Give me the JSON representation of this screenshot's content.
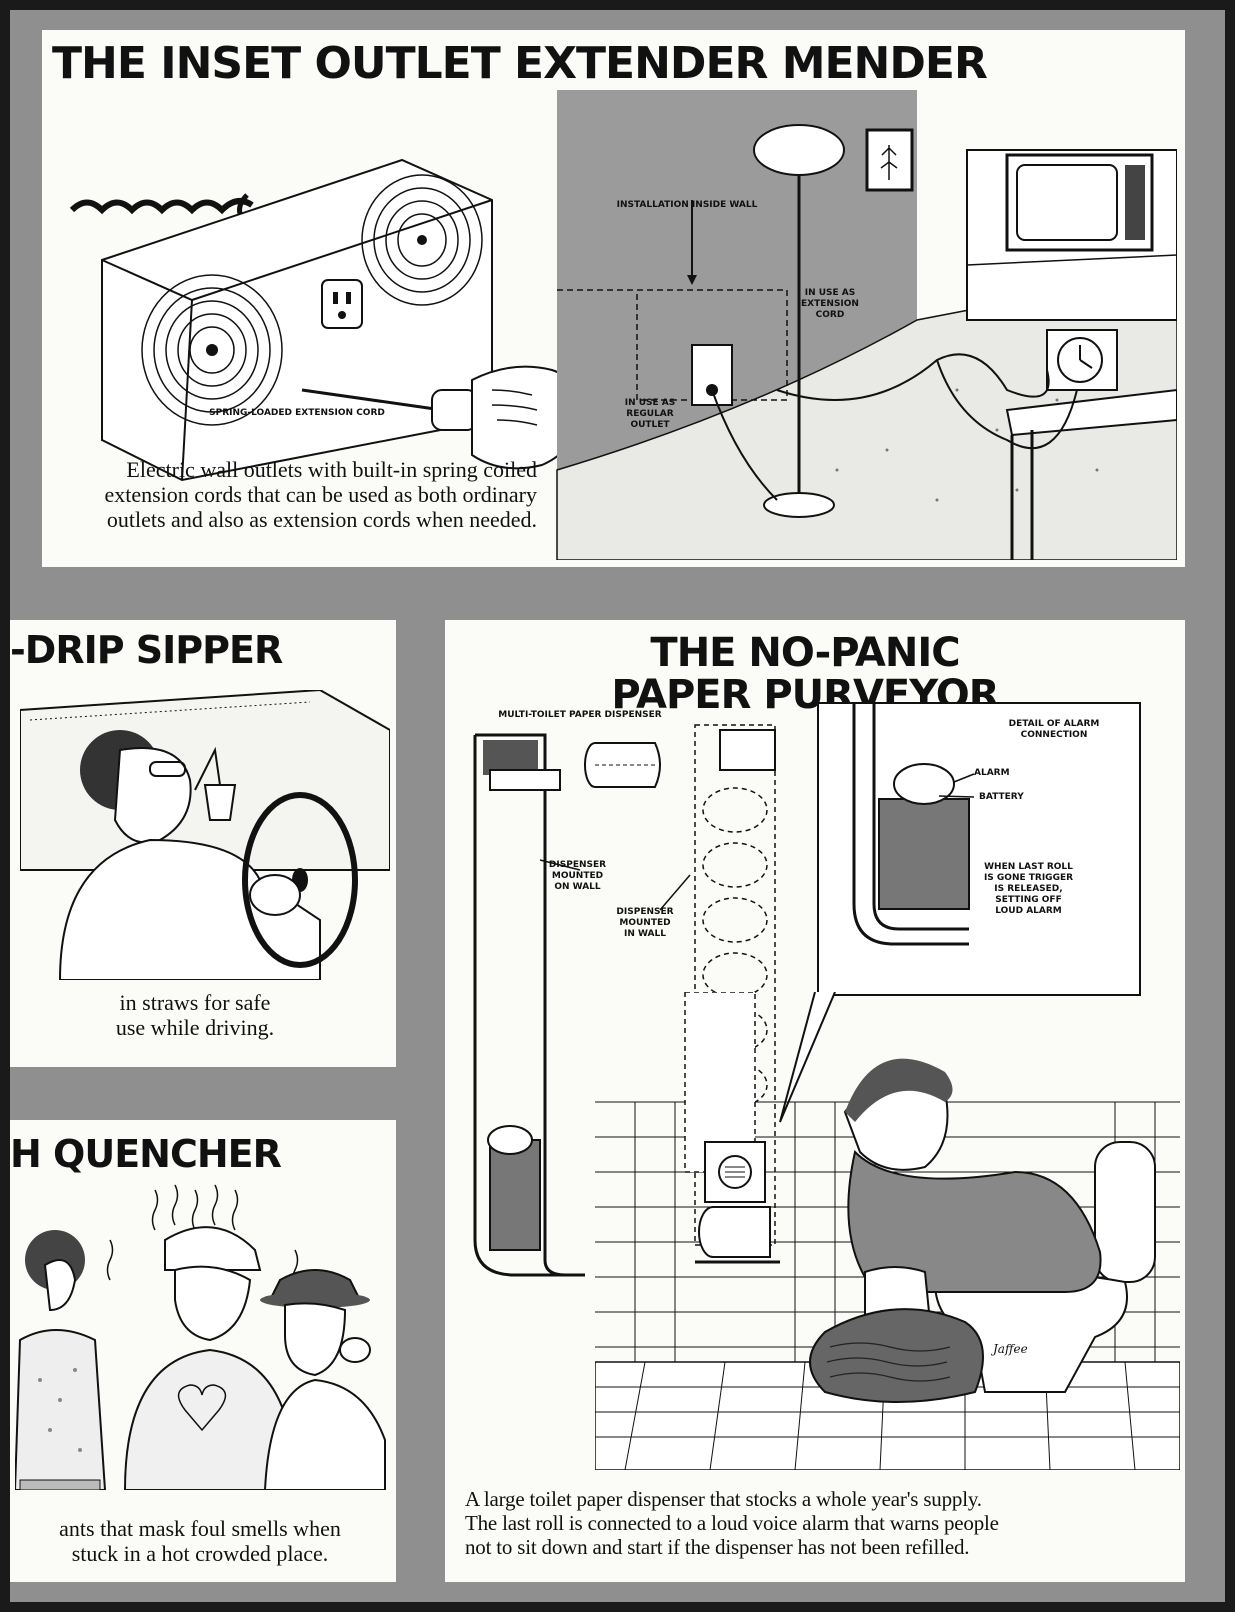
{
  "inset_outlet": {
    "title": "THE INSET OUTLET EXTENDER MENDER",
    "label_spring": "SPRING-LOADED EXTENSION CORD",
    "label_installation": "INSTALLATION INSIDE WALL",
    "label_extension": "IN USE AS EXTENSION CORD",
    "label_regular": "IN USE AS REGULAR OUTLET",
    "caption_lines": [
      "Electric wall outlets with built-in spring coiled",
      "extension cords that can be used as both ordinary",
      "outlets and also as extension cords when needed."
    ]
  },
  "sipper": {
    "title": "-DRIP SIPPER",
    "caption_lines": [
      "in straws for safe",
      "use while driving."
    ]
  },
  "quencher": {
    "title": "H QUENCHER",
    "caption_lines": [
      "ants that mask foul smells when",
      "stuck in a hot crowded place."
    ]
  },
  "paper_purveyor": {
    "title_line1": "THE NO-PANIC",
    "title_line2": "PAPER PURVEYOR",
    "label_multi": "MULTI-TOILET PAPER DISPENSER",
    "label_wall": "DISPENSER MOUNTED ON WALL",
    "label_in_wall": "DISPENSER MOUNTED IN WALL",
    "label_detail": "DETAIL OF ALARM CONNECTION",
    "label_alarm": "ALARM",
    "label_battery": "BATTERY",
    "label_trigger": "WHEN LAST ROLL IS GONE TRIGGER IS RELEASED, SETTING OFF LOUD ALARM",
    "signature": "Jaffee",
    "caption_lines": [
      "A large toilet paper dispenser that stocks a whole year's supply.",
      "The last roll is connected to a loud voice alarm that warns people",
      "not to sit down and start if the dispenser has not been refilled."
    ]
  }
}
